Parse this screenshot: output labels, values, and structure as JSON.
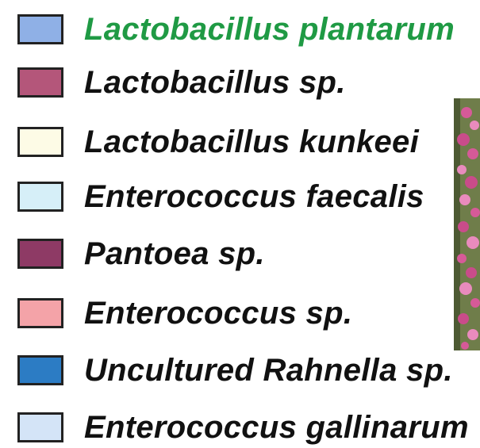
{
  "legend": {
    "items": [
      {
        "label": "Lactobacillus plantarum",
        "color": "#8fb0e6",
        "label_color": "#1f9a44"
      },
      {
        "label": "Lactobacillus sp.",
        "color": "#b4567a",
        "label_color": "#111111"
      },
      {
        "label": "Lactobacillus kunkeei",
        "color": "#fdfbe6",
        "label_color": "#111111"
      },
      {
        "label": "Enterococcus faecalis",
        "color": "#d6eff8",
        "label_color": "#111111"
      },
      {
        "label": "Pantoea sp.",
        "color": "#8e3a65",
        "label_color": "#111111"
      },
      {
        "label": "Enterococcus sp.",
        "color": "#f4a3a8",
        "label_color": "#111111"
      },
      {
        "label": "Uncultured Rahnella sp.",
        "color": "#2c7cc4",
        "label_color": "#111111"
      },
      {
        "label": "Enterococcus gallinarum",
        "color": "#d4e4f7",
        "label_color": "#111111"
      }
    ]
  },
  "photo": {
    "description_icon": "flower-photo-strip",
    "colors": [
      "#6f7d4a",
      "#d65a98",
      "#e98bbd",
      "#4d5a33",
      "#c94c8a"
    ]
  }
}
